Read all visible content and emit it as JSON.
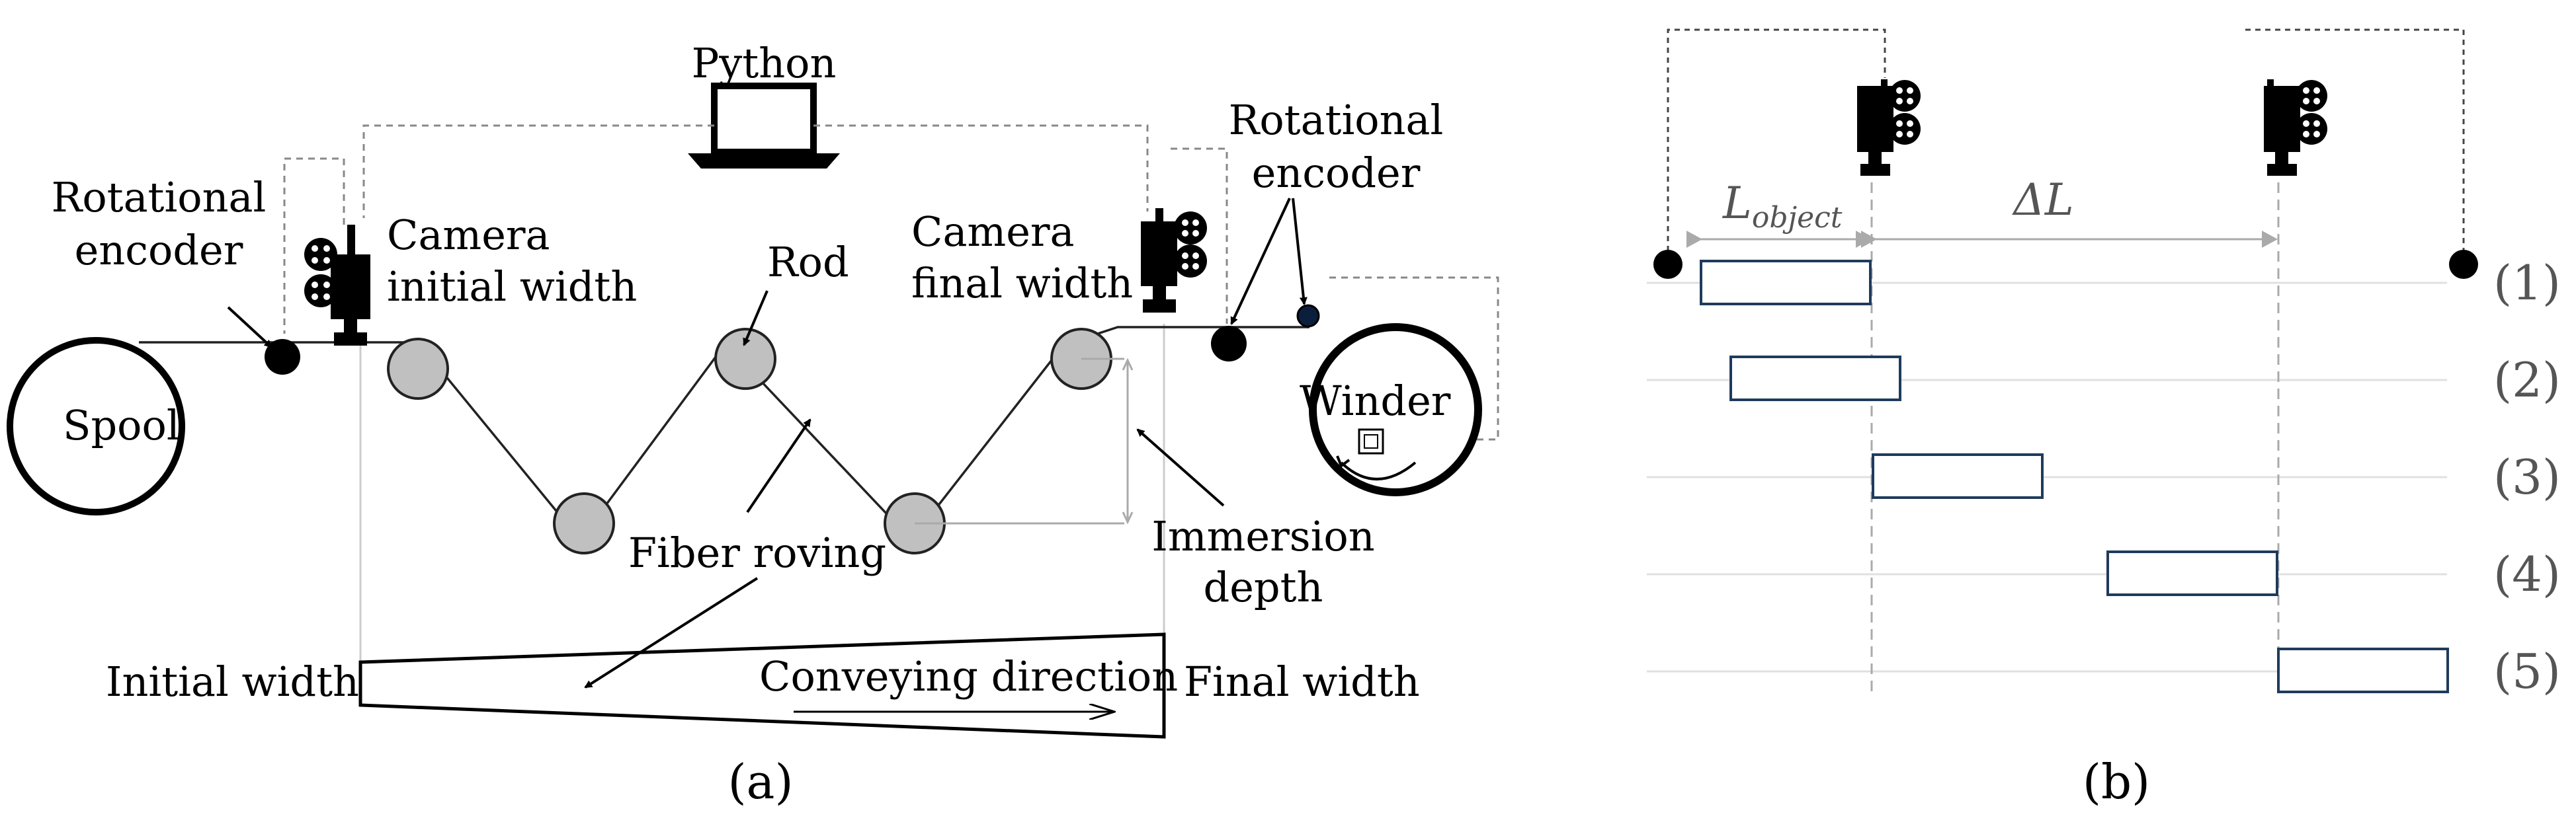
{
  "panel_a": {
    "panel_label": "(a)",
    "labels": {
      "python": "Python",
      "rot_encoder_left_1": "Rotational",
      "rot_encoder_left_2": "encoder",
      "camera_initial_1": "Camera",
      "camera_initial_2": "initial width",
      "rod": "Rod",
      "camera_final_1": "Camera",
      "camera_final_2": "final width",
      "rot_encoder_right_1": "Rotational",
      "rot_encoder_right_2": "encoder",
      "spool": "Spool",
      "winder": "Winder",
      "fiber_roving": "Fiber roving",
      "immersion_depth_1": "Immersion",
      "immersion_depth_2": "depth",
      "initial_width": "Initial width",
      "conveying_direction": "Conveying direction",
      "final_width": "Final width"
    }
  },
  "panel_b": {
    "panel_label": "(b)",
    "l_object_main": "L",
    "l_object_sub": "object",
    "delta_l": "ΔL",
    "row_numbers": [
      "(1)",
      "(2)",
      "(3)",
      "(4)",
      "(5)"
    ],
    "colors": {
      "box_stroke": "#1f3b5c",
      "guide": "#aaaaaa",
      "ghost": "#e0e0e0"
    }
  }
}
